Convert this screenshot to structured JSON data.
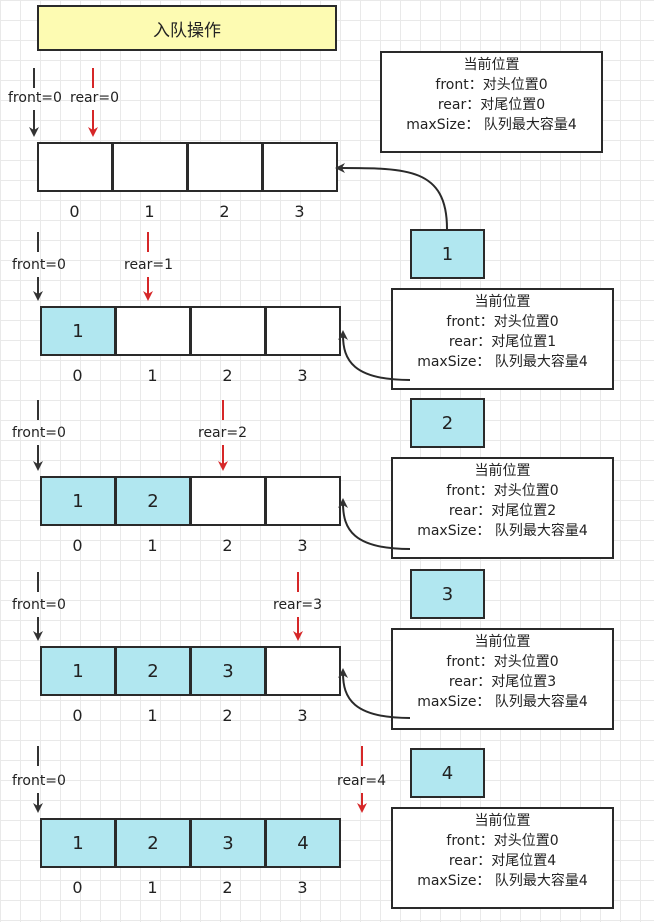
{
  "title": "入队操作",
  "indices": [
    "0",
    "1",
    "2",
    "3"
  ],
  "rows": [
    {
      "cells": [
        "",
        "",
        "",
        ""
      ],
      "front_label": "front=0",
      "rear_label": "rear=0",
      "info": [
        "当前位置",
        "front：对头位置0",
        "rear：对尾位置0",
        "maxSize：  队列最大容量4"
      ],
      "element": "1"
    },
    {
      "cells": [
        "1",
        "",
        "",
        ""
      ],
      "front_label": "front=0",
      "rear_label": "rear=1",
      "info": [
        "当前位置",
        "front：对头位置0",
        "rear：对尾位置1",
        "maxSize：  队列最大容量4"
      ],
      "element": "2"
    },
    {
      "cells": [
        "1",
        "2",
        "",
        ""
      ],
      "front_label": "front=0",
      "rear_label": "rear=2",
      "info": [
        "当前位置",
        "front：对头位置0",
        "rear：对尾位置2",
        "maxSize：  队列最大容量4"
      ],
      "element": "3"
    },
    {
      "cells": [
        "1",
        "2",
        "3",
        ""
      ],
      "front_label": "front=0",
      "rear_label": "rear=3",
      "info": [
        "当前位置",
        "front：对头位置0",
        "rear：对尾位置3",
        "maxSize：  队列最大容量4"
      ],
      "element": "4"
    },
    {
      "cells": [
        "1",
        "2",
        "3",
        "4"
      ],
      "front_label": "front=0",
      "rear_label": "rear=4",
      "info": [
        "当前位置",
        "front：对头位置0",
        "rear：对尾位置4",
        "maxSize：  队列最大容量4"
      ]
    }
  ],
  "colors": {
    "filled_cell": "#b1e7f0",
    "empty_cell": "#ffffff",
    "title_bg": "#fdfbb2",
    "front_arrow": "#333333",
    "rear_arrow": "#d62728"
  }
}
